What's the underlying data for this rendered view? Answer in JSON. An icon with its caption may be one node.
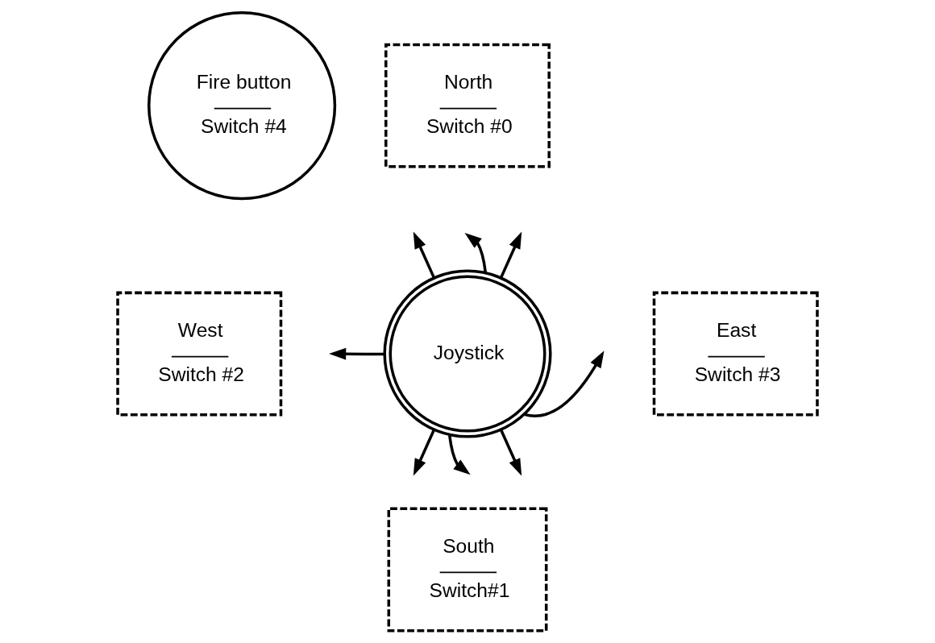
{
  "diagram": {
    "nodes": [
      {
        "text": [
          "Fire button",
          "Switch #4"
        ]
      },
      {
        "text": [
          "North",
          "Switch #0"
        ]
      },
      {
        "text": [
          "West",
          "Switch #2"
        ]
      },
      {
        "text": [
          "Joystick"
        ]
      },
      {
        "text": [
          "East",
          "Switch #3"
        ]
      },
      {
        "text": [
          "South",
          "Switch#1"
        ]
      }
    ],
    "edges": [
      {
        "from": 3,
        "to": null,
        "arrow": "to"
      },
      {
        "from": 3,
        "to": null,
        "arrow": "to"
      },
      {
        "from": 3,
        "to": null,
        "arrow": "to"
      },
      {
        "from": 3,
        "to": null,
        "arrow": "to"
      },
      {
        "from": 3,
        "to": null,
        "arrow": "to"
      },
      {
        "from": 3,
        "to": null,
        "arrow": "to"
      },
      {
        "from": 3,
        "to": null,
        "arrow": "to"
      },
      {
        "from": 3,
        "to": null,
        "arrow": "to"
      }
    ]
  }
}
